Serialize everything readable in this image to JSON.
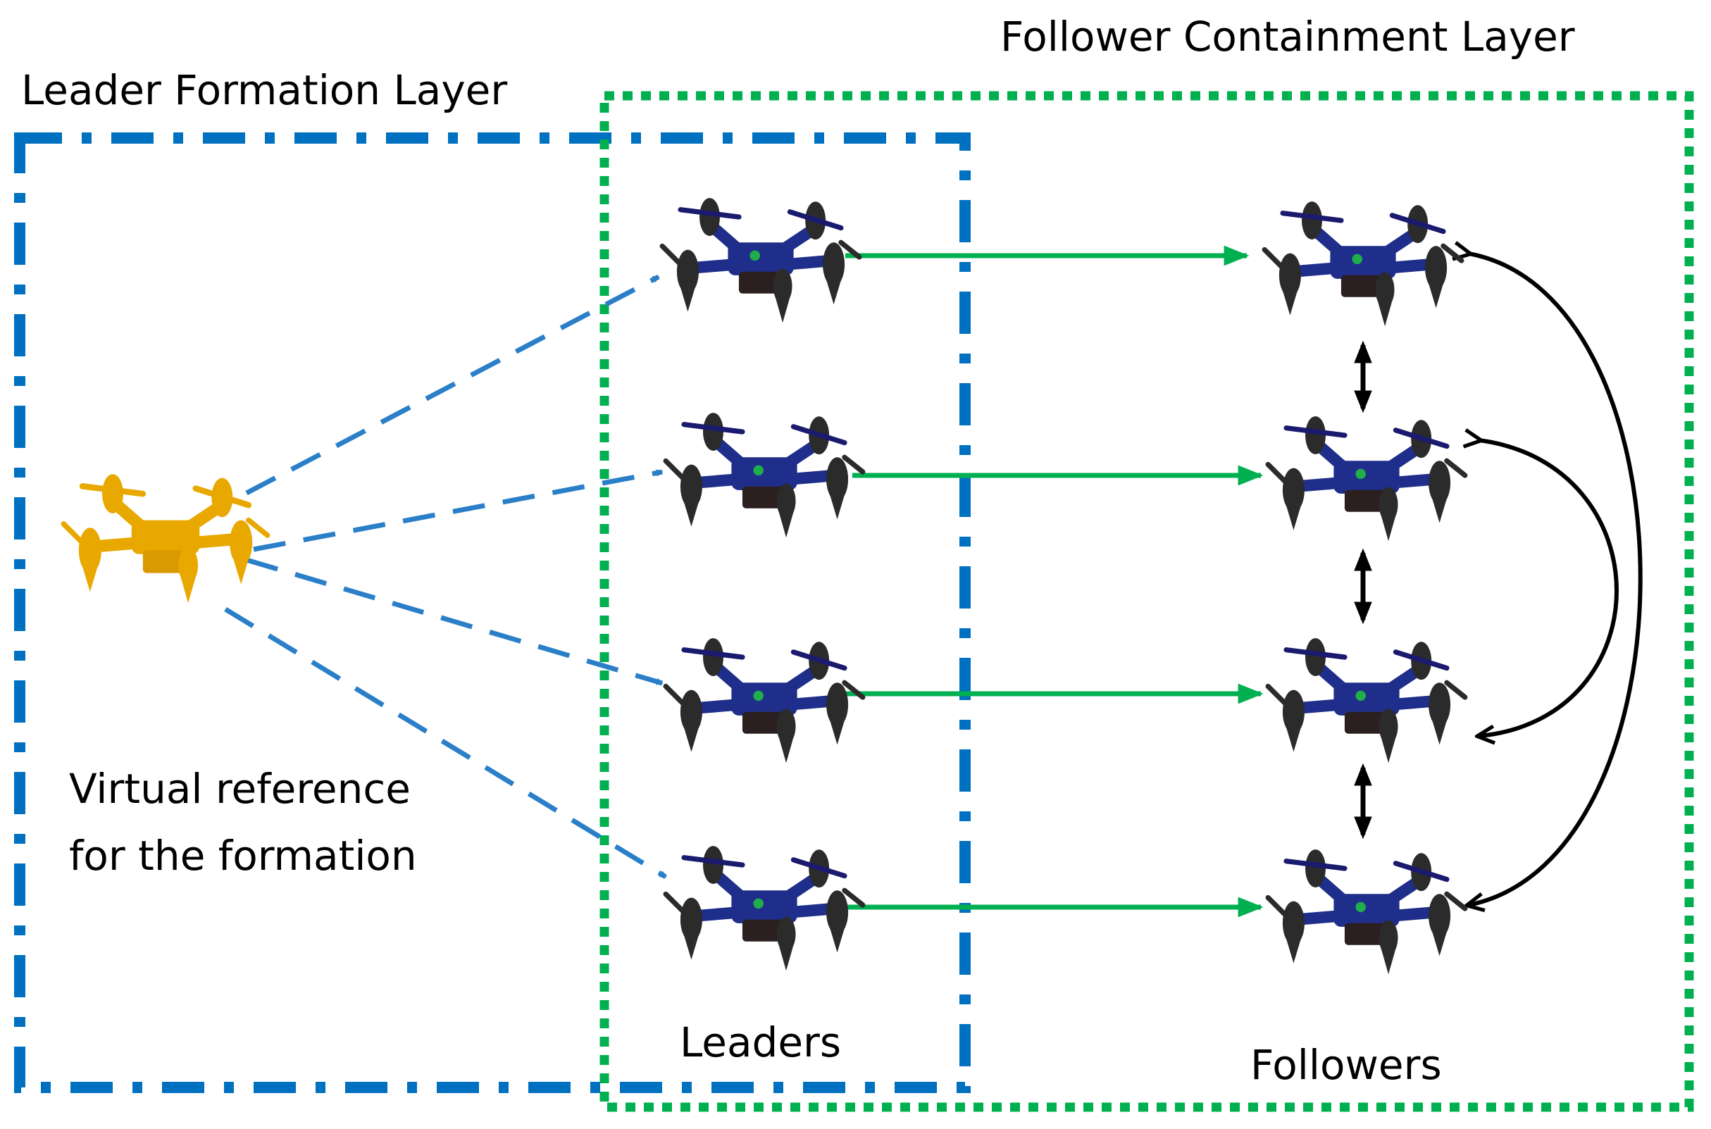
{
  "labels": {
    "leader_layer": "Leader Formation Layer",
    "follower_layer": "Follower Containment Layer",
    "virtual_ref_line1": "Virtual reference",
    "virtual_ref_line2": "for the formation",
    "leaders": "Leaders",
    "followers": "Followers"
  },
  "colors": {
    "leader_box": "#0070c0",
    "follower_box": "#00b050",
    "dashed_link": "#2a7fc8",
    "leader_to_follower": "#00b050",
    "follower_link": "#000000",
    "virtual_drone": "#e8a800",
    "drone_body": "#1f2e8a",
    "drone_rotor": "#2b2b2b"
  },
  "drones": {
    "virtual": {
      "count": 1,
      "icon": "quadcopter-icon"
    },
    "leaders": {
      "count": 4,
      "icon": "quadcopter-icon"
    },
    "followers": {
      "count": 4,
      "icon": "quadcopter-icon"
    }
  }
}
